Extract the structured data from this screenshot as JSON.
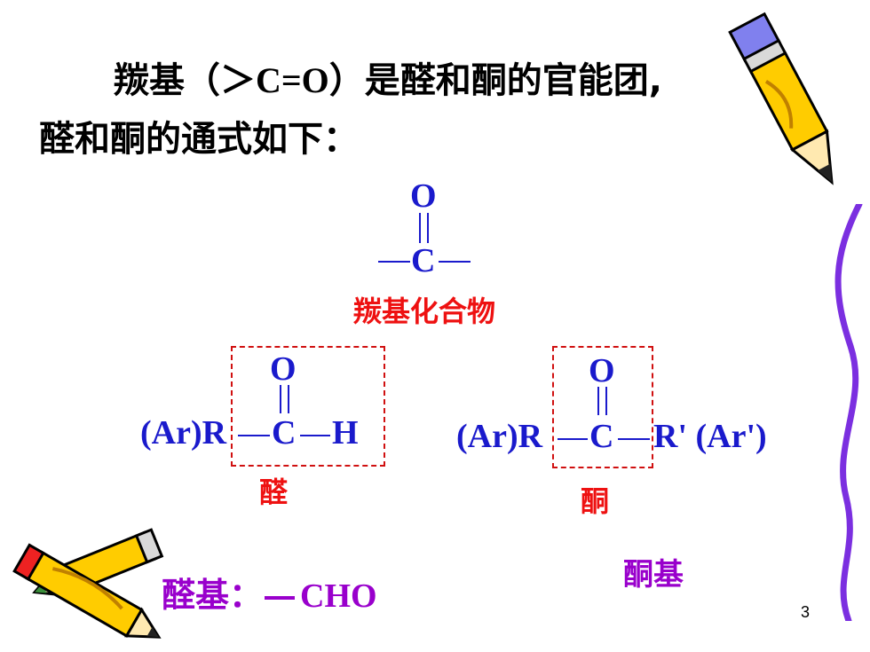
{
  "title": {
    "line1_prefix": "羰基（",
    "line1_gt": "＞",
    "line1_formula": "C=O",
    "line1_suffix": "）是醛和酮的官能团,",
    "line2": "醛和酮的通式如下："
  },
  "carbonyl": {
    "o": "O",
    "c": "C",
    "label": "羰基化合物"
  },
  "aldehyde": {
    "o": "O",
    "left": "(Ar)R",
    "c": "C",
    "h": "H",
    "label": "醛"
  },
  "ketone": {
    "o": "O",
    "left": "(Ar)R",
    "c": "C",
    "right": "R' (Ar')",
    "label": "酮"
  },
  "aldehyde_group": {
    "label": "醛基：",
    "formula": "CHO"
  },
  "ketone_group": {
    "label": "酮基"
  },
  "page_number": "3",
  "decoration": {
    "icons": [
      "pencil-icon",
      "crossed-pencils-icon",
      "wavy-border"
    ]
  }
}
